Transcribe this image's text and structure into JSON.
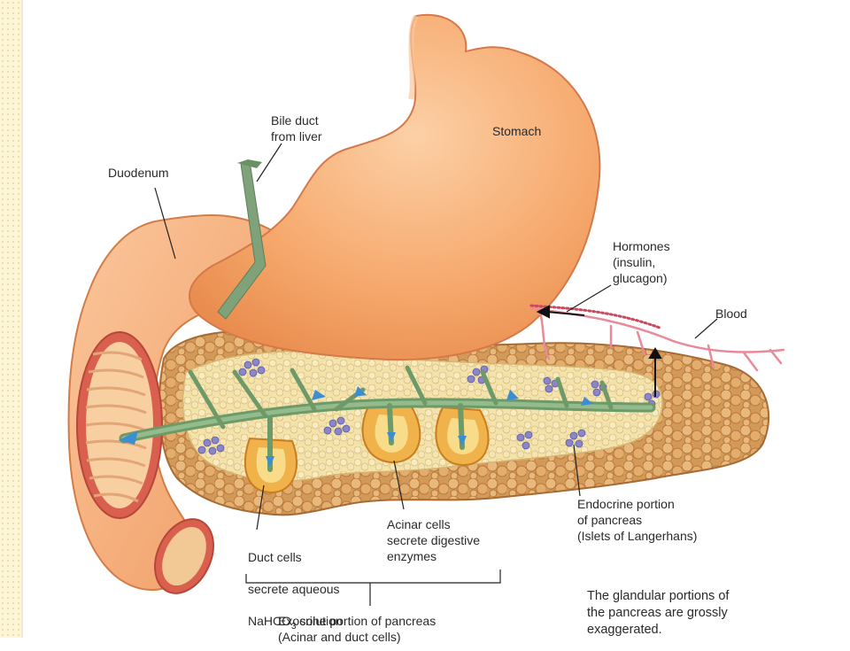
{
  "labels": {
    "stomach": "Stomach",
    "duodenum": "Duodenum",
    "bile_duct": "Bile duct\nfrom liver",
    "hormones": "Hormones\n(insulin,\nglucagon)",
    "blood": "Blood",
    "endocrine": "Endocrine portion\nof  pancreas\n(Islets of Langerhans)",
    "acinar": "Acinar cells\nsecrete digestive\nenzymes",
    "duct_cells_1": "Duct cells",
    "duct_cells_2": "secrete aqueous",
    "duct_cells_3a": "NaHCO",
    "duct_cells_3sub": "3",
    "duct_cells_3b": " solution",
    "exocrine": "Exocrine portion of pancreas\n(Acinar and duct cells)",
    "note": "The glandular portions of\nthe pancreas are grossly\nexaggerated."
  },
  "colors": {
    "stomach": "#f4a36a",
    "pancreas": "#e0a86a",
    "duct": "#7fa27a",
    "duodenum_wall": "#d9604f",
    "islet": "#8a86c8",
    "blood": "#e98a9a"
  }
}
